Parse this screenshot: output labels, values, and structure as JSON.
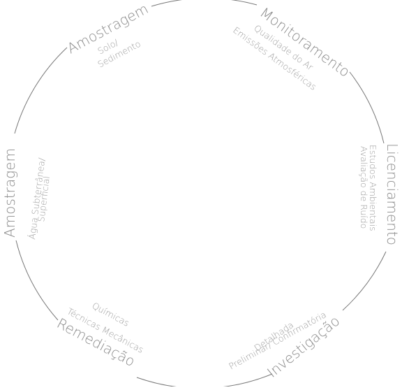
{
  "diagram": {
    "sections": [
      {
        "id": "amostragem-solo",
        "title": "Amostragem",
        "subs": [
          "Solo/",
          "Sedimento"
        ]
      },
      {
        "id": "monitoramento",
        "title": "Monitoramento",
        "subs": [
          "Qualidade do Ar",
          "Emissões Atmosféricas"
        ]
      },
      {
        "id": "licenciamento",
        "title": "Licenciamento",
        "subs": [
          "Estudos Ambientais",
          "Avaliação de Ruído"
        ]
      },
      {
        "id": "investigacao",
        "title": "Investigação",
        "subs": [
          "Detalhada",
          "Preliminar/ Confirmatória"
        ]
      },
      {
        "id": "remediacao",
        "title": "Remediação",
        "subs": [
          "Químicas",
          "Técnicas Mecânicas"
        ]
      },
      {
        "id": "amostragem-agua",
        "title": "Amostragem",
        "subs": [
          "Água Subterrânea/",
          "Superficial"
        ]
      }
    ],
    "colors": {
      "line": "#777777",
      "text": "#8a8a8a"
    }
  }
}
